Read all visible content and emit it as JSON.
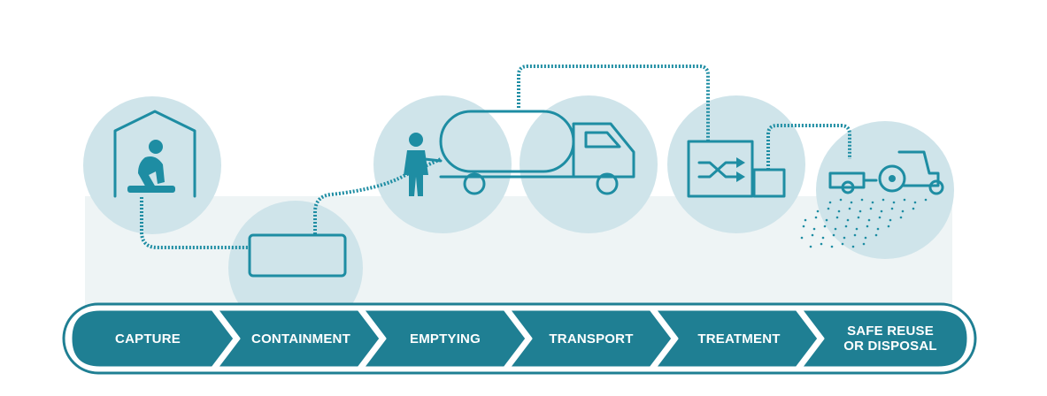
{
  "steps": [
    {
      "label": "CAPTURE"
    },
    {
      "label": "CONTAINMENT"
    },
    {
      "label": "EMPTYING"
    },
    {
      "label": "TRANSPORT"
    },
    {
      "label": "TREATMENT"
    },
    {
      "label_line1": "SAFE REUSE",
      "label_line2": "OR DISPOSAL"
    }
  ],
  "colors": {
    "primary": "#1f7f93",
    "icon": "#1e8da3",
    "circle": "#cfe4ea",
    "ground": "#eef4f5"
  }
}
